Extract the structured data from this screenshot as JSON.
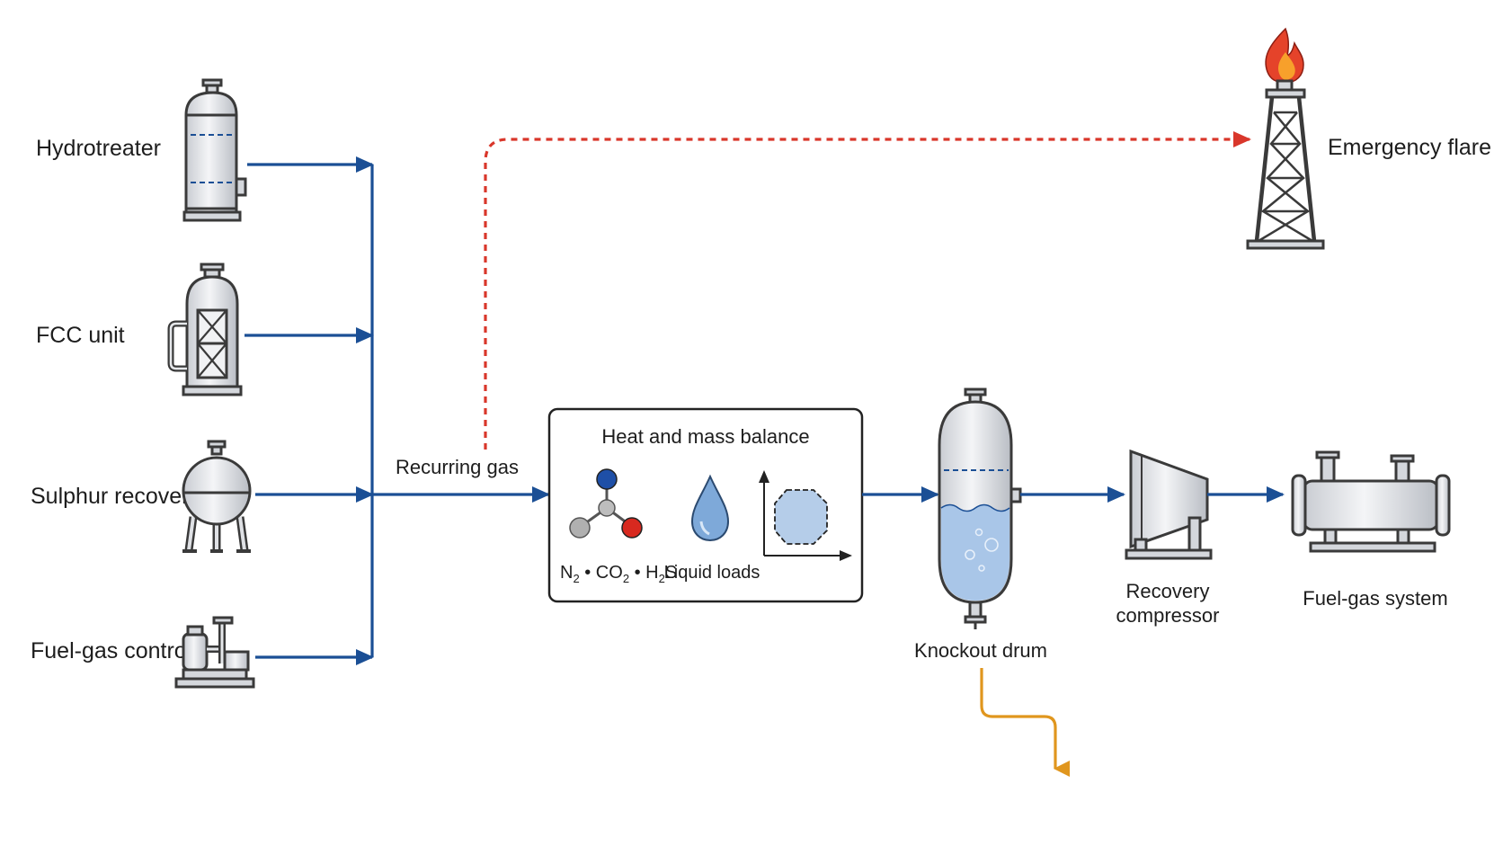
{
  "sources": [
    {
      "id": "hydrotreater",
      "label": "Hydrotreater",
      "icon": "hydrotreater-column-icon"
    },
    {
      "id": "fcc",
      "label": "FCC unit",
      "icon": "fcc-reactor-icon"
    },
    {
      "id": "sulphur",
      "label": "Sulphur recovery",
      "icon": "sphere-vessel-icon"
    },
    {
      "id": "fuelgas-control",
      "label": "Fuel-gas control",
      "icon": "control-skid-icon"
    }
  ],
  "header_flow": {
    "label": "Recurring gas"
  },
  "balance_box": {
    "title": "Heat and mass balance",
    "molecule_caption": {
      "n": "N",
      "s1": "2",
      "mid1": " • CO",
      "s2": "2",
      "mid2": " • H",
      "s3": "2",
      "end": "S"
    },
    "liquid_caption": "Liquid loads",
    "icons": [
      "molecule-icon",
      "liquid-drop-icon",
      "phase-envelope-icon"
    ]
  },
  "knockout_drum": {
    "label": "Knockout drum"
  },
  "compressor": {
    "label_line1": "Recovery",
    "label_line2": "compressor"
  },
  "fuelgas_system": {
    "label": "Fuel-gas system"
  },
  "flare": {
    "label": "Emergency flare"
  },
  "colors": {
    "flow": "#1b4f95",
    "flare_line": "#d9372b",
    "liquid_drain": "#e0961e",
    "liquid": "#a9c6e8",
    "flame_outer": "#e5432a",
    "flame_inner": "#f7a02b"
  }
}
